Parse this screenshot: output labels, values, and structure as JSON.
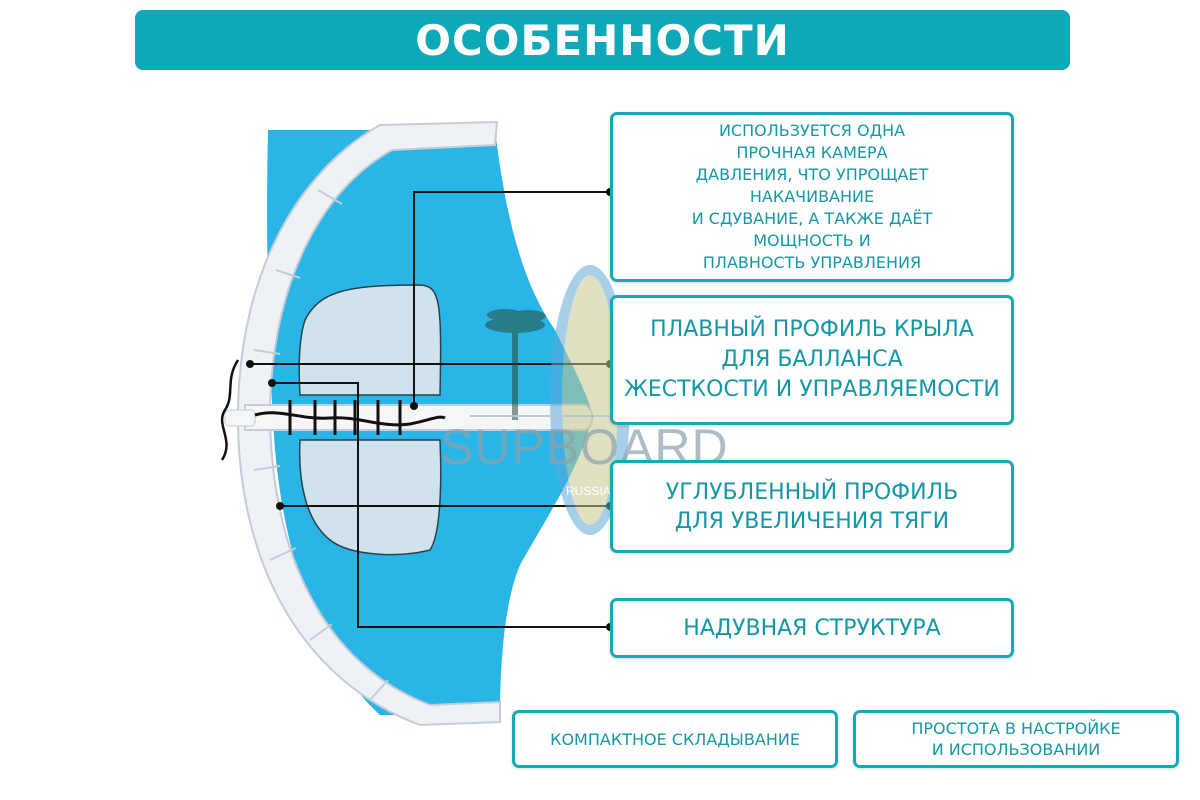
{
  "header": {
    "title": "ОСОБЕННОСТИ"
  },
  "features": [
    {
      "lines": [
        "ИСПОЛЬЗУЕТСЯ ОДНА",
        "ПРОЧНАЯ КАМЕРА",
        "ДАВЛЕНИЯ, ЧТО УПРОЩАЕТ",
        "НАКАЧИВАНИЕ",
        "И СДУВАНИЕ, А ТАКЖЕ ДАЁТ",
        "МОЩНОСТЬ И",
        "ПЛАВНОСТЬ УПРАВЛЕНИЯ"
      ]
    },
    {
      "lines": [
        "ПЛАВНЫЙ ПРОФИЛЬ КРЫЛА",
        "ДЛЯ БАЛЛАНСА",
        "ЖЕСТКОСТИ И УПРАВЛЯЕМОСТИ"
      ]
    },
    {
      "lines": [
        "УГЛУБЛЕННЫЙ ПРОФИЛЬ",
        "ДЛЯ УВЕЛИЧЕНИЯ ТЯГИ"
      ]
    },
    {
      "lines": [
        "НАДУВНАЯ СТРУКТУРА"
      ]
    },
    {
      "lines": [
        "КОМПАКТНОЕ СКЛАДЫВАНИЕ"
      ]
    },
    {
      "lines": [
        "ПРОСТОТА В НАСТРОЙКЕ",
        "И ИСПОЛЬЗОВАНИИ"
      ]
    }
  ],
  "watermark": {
    "brand": "SUPBOARD",
    "sub": "RUSSIA"
  },
  "colors": {
    "accent": "#0fa8b8",
    "text": "#1597a6",
    "sail": "#29b6e6",
    "frame": "#eef2f6"
  }
}
